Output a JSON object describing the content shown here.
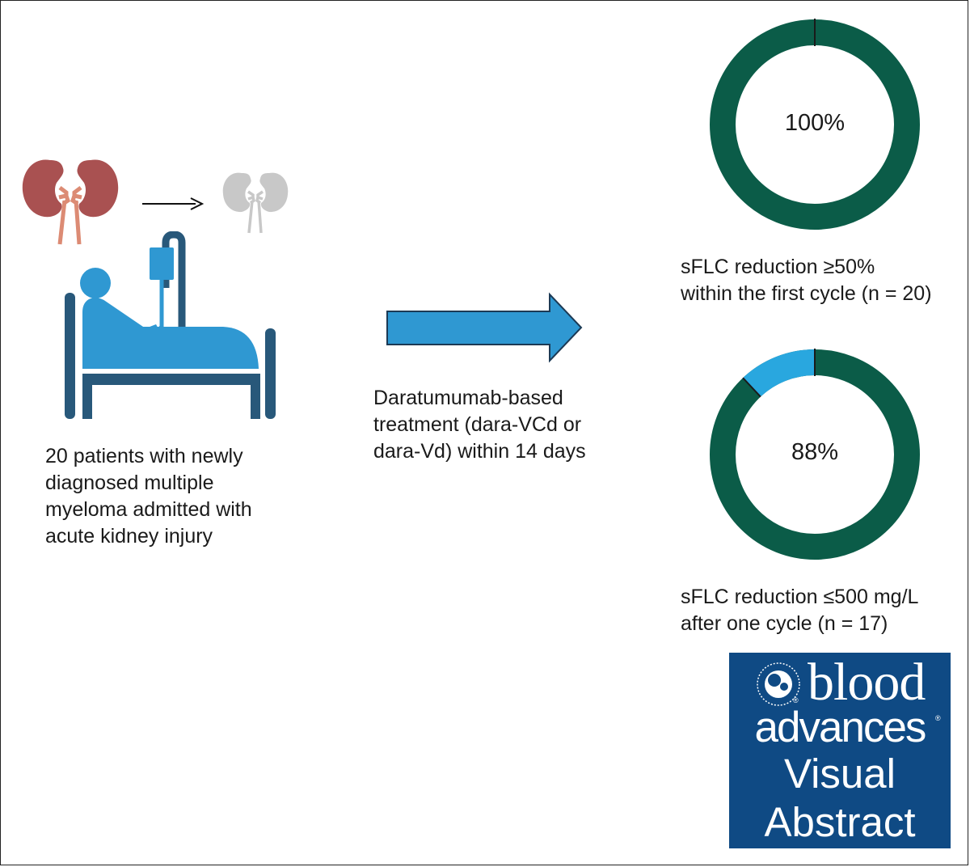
{
  "patients": {
    "text": "20 patients with newly\ndiagnosed multiple\nmyeloma admitted with\nacute kidney injury"
  },
  "treatment": {
    "text": "Daratumumab-based\ntreatment (dara-VCd or\ndara-Vd) within 14 days"
  },
  "results": [
    {
      "label": "100%",
      "value": 100,
      "caption": "sFLC reduction ≥50%\nwithin the first cycle (n = 20)"
    },
    {
      "label": "88%",
      "value": 88,
      "caption": "sFLC reduction ≤500 mg/L\nafter one cycle (n = 17)"
    }
  ],
  "colors": {
    "achieved": "#0b5c48",
    "not_achieved": "#29a7df",
    "arrow": "#2f98d2",
    "kidney_before": "#a95151",
    "ureter_before": "#dc8b74",
    "kidney_after": "#c8c8c8",
    "bed": "#28587a",
    "patient": "#2f98d2",
    "logo_bg": "#0f4a84"
  },
  "icons": [
    "kidney-icon",
    "kidney-recovered-icon",
    "hospital-bed-icon",
    "iv-drip-icon"
  ],
  "logo": {
    "line1": "blood",
    "line2": "advances",
    "line3": "Visual",
    "line4": "Abstract",
    "registered": "®"
  }
}
